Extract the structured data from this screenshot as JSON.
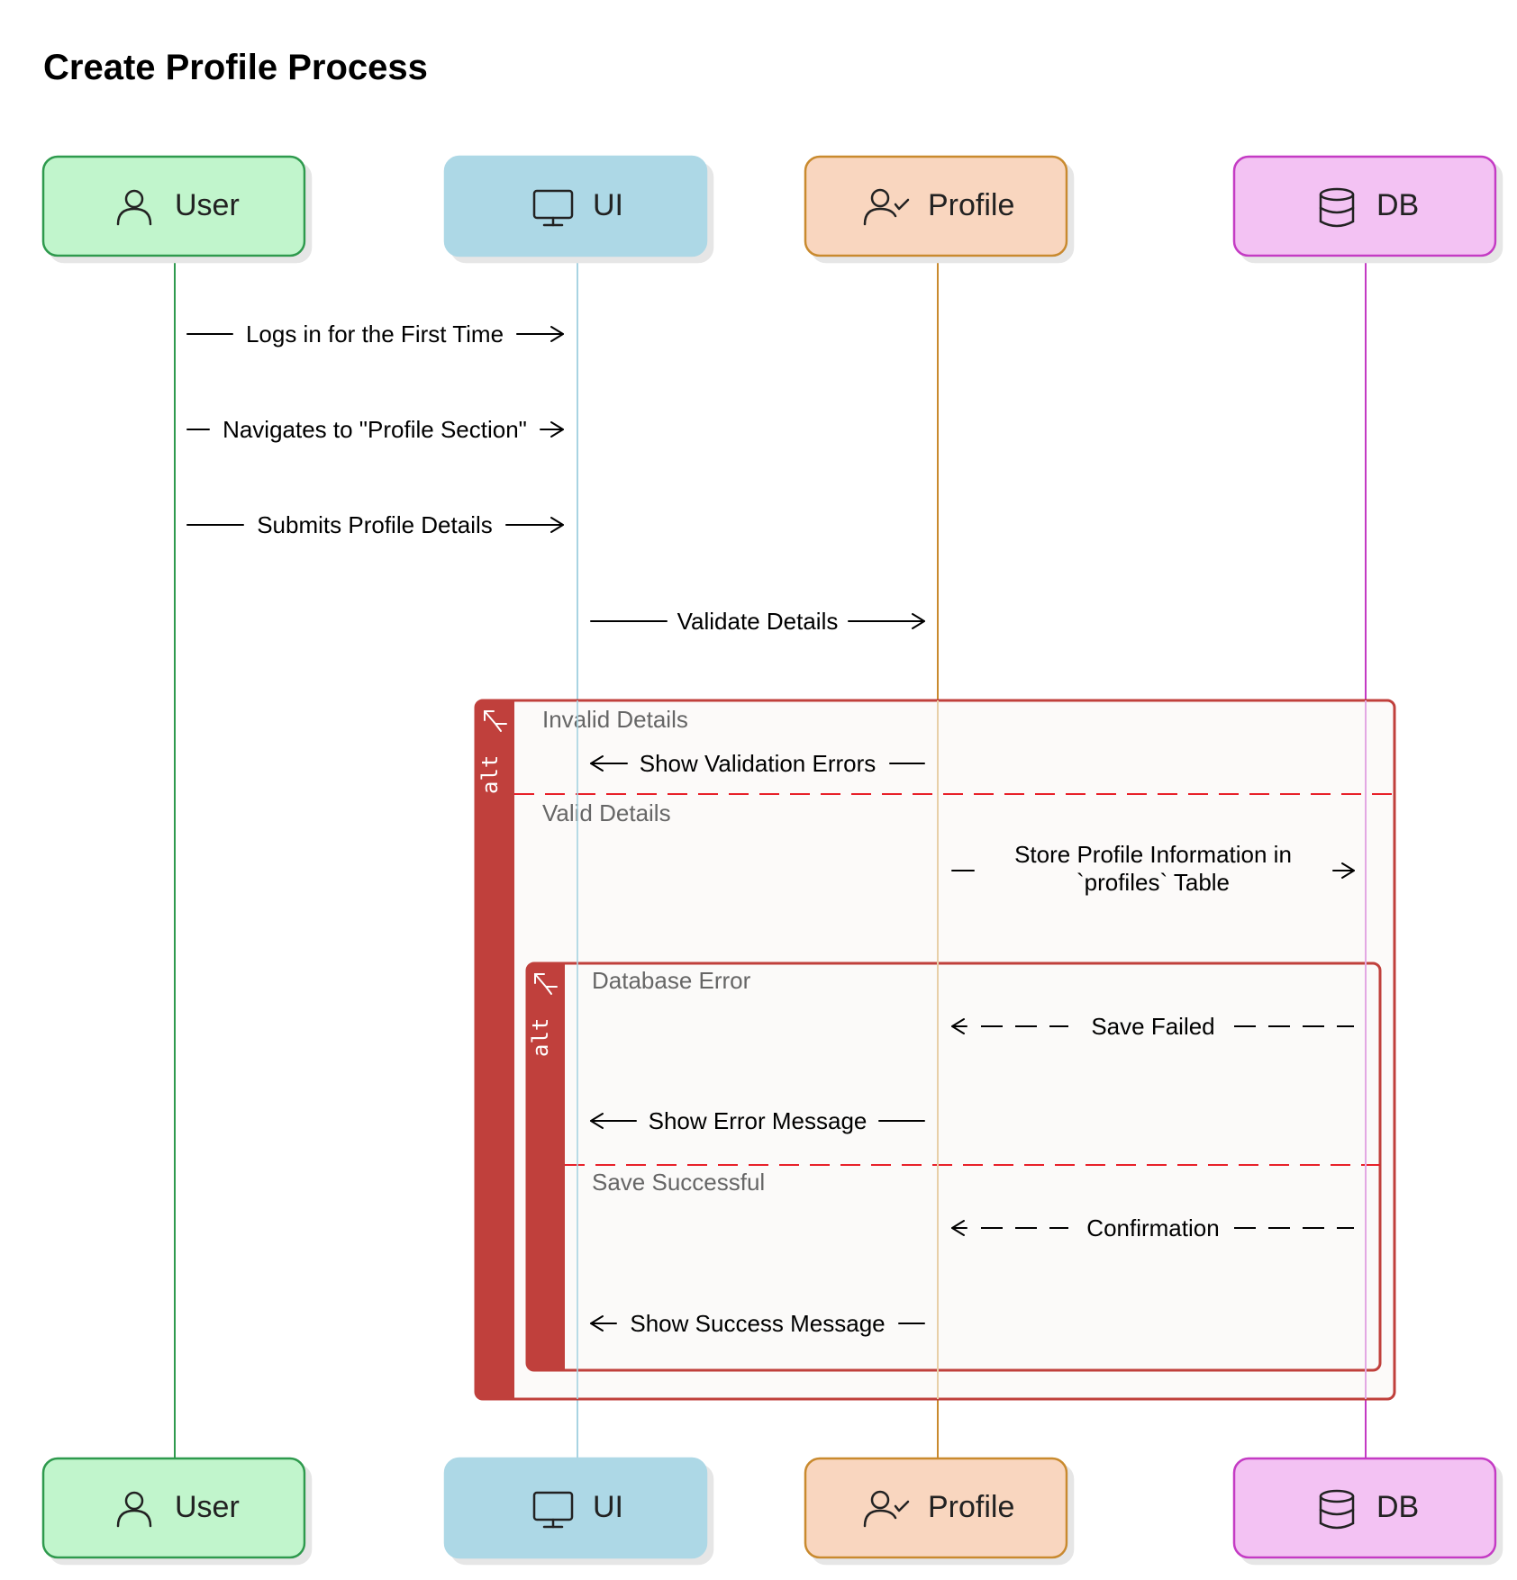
{
  "title": "Create Profile Process",
  "actors": [
    {
      "id": "user",
      "label": "User",
      "icon": "user-icon",
      "fill": "#c1f5cc",
      "stroke": "#2f9a4e",
      "line": "#2f9a4e"
    },
    {
      "id": "ui",
      "label": "UI",
      "icon": "monitor-icon",
      "fill": "#add8e6",
      "stroke": "#add8e6",
      "line": "#a8d4e2"
    },
    {
      "id": "profile",
      "label": "Profile",
      "icon": "user-check-icon",
      "fill": "#f9d6bf",
      "stroke": "#c98a2e",
      "line": "#c98a2e"
    },
    {
      "id": "db",
      "label": "DB",
      "icon": "database-icon",
      "fill": "#f3c2f3",
      "stroke": "#c43ac4",
      "line": "#c43ac4"
    }
  ],
  "messages": [
    {
      "text": "Logs in for the First Time",
      "from": "user",
      "to": "ui"
    },
    {
      "text": "Navigates to \"Profile Section\"",
      "from": "user",
      "to": "ui"
    },
    {
      "text": "Submits Profile Details",
      "from": "user",
      "to": "ui"
    },
    {
      "text": "Validate Details",
      "from": "ui",
      "to": "profile"
    },
    {
      "text": "Show Validation Errors",
      "from": "profile",
      "to": "ui"
    },
    {
      "text_lines": [
        "Store Profile Information in",
        "`profiles` Table"
      ],
      "from": "profile",
      "to": "db"
    },
    {
      "text": "Save Failed",
      "from": "db",
      "to": "profile",
      "dashed": true
    },
    {
      "text": "Show Error Message",
      "from": "profile",
      "to": "ui"
    },
    {
      "text": "Confirmation",
      "from": "db",
      "to": "profile",
      "dashed": true
    },
    {
      "text": "Show Success Message",
      "from": "profile",
      "to": "ui"
    }
  ],
  "frames": {
    "outer": {
      "tag": "alt",
      "conditions": [
        "Invalid Details",
        "Valid Details"
      ]
    },
    "inner": {
      "tag": "alt",
      "conditions": [
        "Database Error",
        "Save Successful"
      ]
    }
  },
  "colors": {
    "frame": "#c0403c",
    "divider": "#e8212a",
    "frame_bg": "#fbf9f8"
  }
}
